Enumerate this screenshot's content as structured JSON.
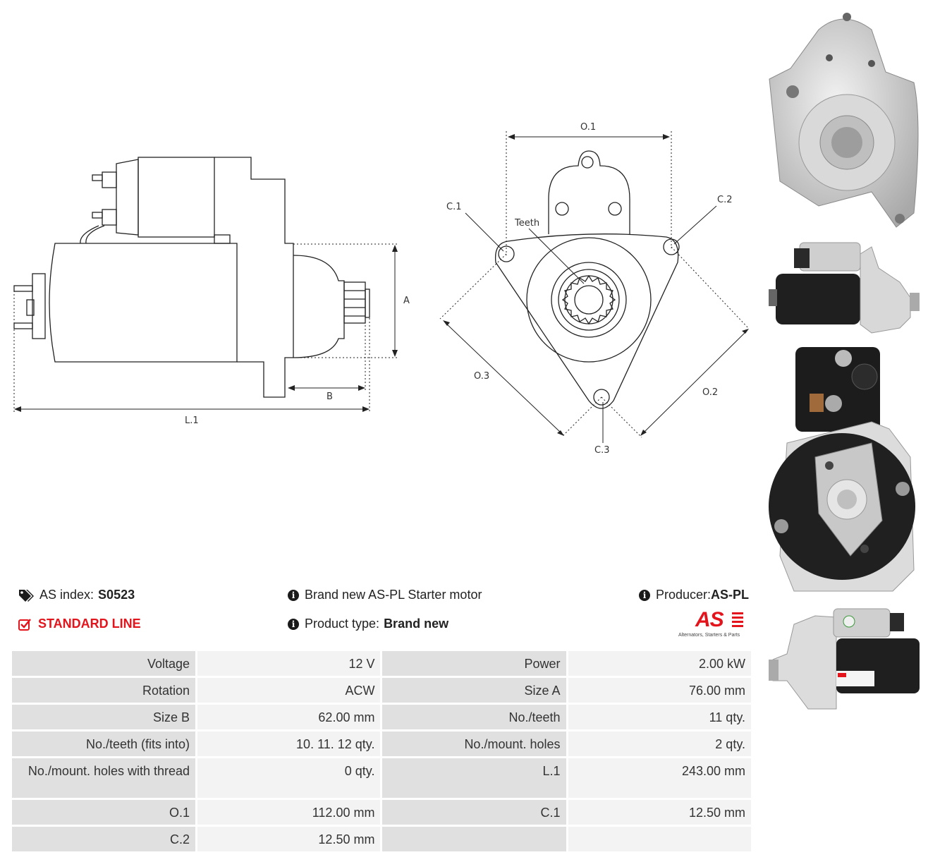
{
  "drawing": {
    "side_labels": {
      "a": "A",
      "b": "B",
      "l1": "L.1"
    },
    "front_labels": {
      "o1": "O.1",
      "o2": "O.2",
      "o3": "O.3",
      "c1": "C.1",
      "c2": "C.2",
      "c3": "C.3",
      "teeth": "Teeth"
    }
  },
  "info": {
    "as_index_label": "AS index:",
    "as_index_value": "S0523",
    "line_label": "STANDARD LINE",
    "description": "Brand new AS-PL Starter motor",
    "product_type_label": "Product type:",
    "product_type_value": "Brand new",
    "producer_label": "Producer:",
    "producer_value": "AS-PL",
    "logo_text": "AS",
    "logo_tagline": "Alternators, Starters & Parts"
  },
  "specs": [
    [
      "Voltage",
      "12 V",
      "Power",
      "2.00 kW"
    ],
    [
      "Rotation",
      "ACW",
      "Size A",
      "76.00 mm"
    ],
    [
      "Size B",
      "62.00 mm",
      "No./teeth",
      "11 qty."
    ],
    [
      "No./teeth (fits into)",
      "10. 11. 12 qty.",
      "No./mount. holes",
      "2 qty."
    ],
    [
      "No./mount. holes with thread",
      "0 qty.",
      "L.1",
      "243.00 mm"
    ],
    [
      "O.1",
      "112.00 mm",
      "C.1",
      "12.50 mm"
    ],
    [
      "C.2",
      "12.50 mm",
      "",
      ""
    ]
  ],
  "colors": {
    "accent_red": "#e3141b",
    "label_cell": "#e0e0e0",
    "value_cell": "#f3f3f3"
  }
}
